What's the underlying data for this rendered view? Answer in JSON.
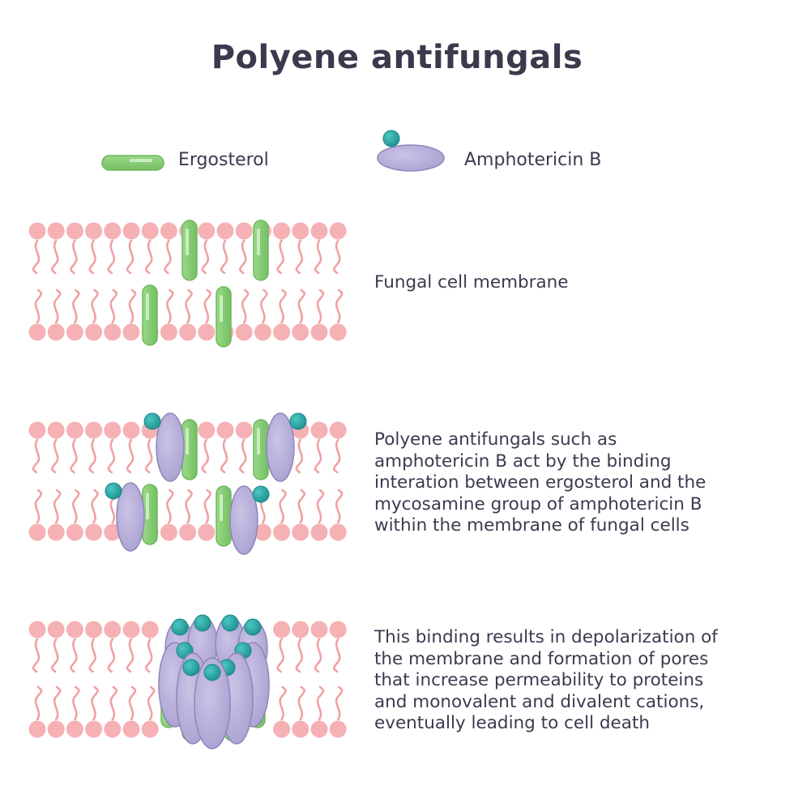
{
  "title": "Polyene antifungals",
  "legend": {
    "ergosterol_label": "Ergosterol",
    "amphotericin_label": "Amphotericin B"
  },
  "panels": [
    {
      "description": "Fungal cell membrane"
    },
    {
      "description": "Polyene antifungals such as\namphotericin B act by the binding\ninteration between ergosterol and the\nmycosamine group of amphotericin B\nwithin the membrane of fungal cells"
    },
    {
      "description": "This binding results in depolarization of\nthe membrane and formation of pores\nthat increase permeability to proteins\nand monovalent and divalent cations,\neventually leading to cell death"
    }
  ],
  "colors": {
    "lipid_head": "#f5b1b4",
    "lipid_tail": "#f0a1a6",
    "ergosterol": "#8fd17e",
    "ergosterol_outline": "#6db85c",
    "amphotericin_body": "#bcb3dc",
    "amphotericin_outline": "#8f86ba",
    "amphotericin_head": "#2aa8a6",
    "text": "#3c3a4e"
  }
}
